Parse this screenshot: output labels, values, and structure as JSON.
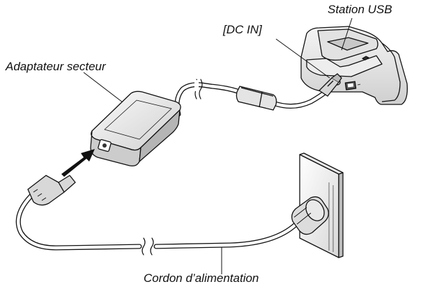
{
  "labels": {
    "station": "Station USB",
    "dc_in": "[DC IN]",
    "adapter": "Adaptateur secteur",
    "power_cord": "Cordon d’alimentation"
  },
  "colors": {
    "line": "#111111",
    "fill_light": "#f2f2f2",
    "fill_mid": "#d9d9d9",
    "fill_dark": "#9a9a9a",
    "background": "#ffffff"
  },
  "icons": {
    "arrow": "insert-arrow-icon"
  }
}
